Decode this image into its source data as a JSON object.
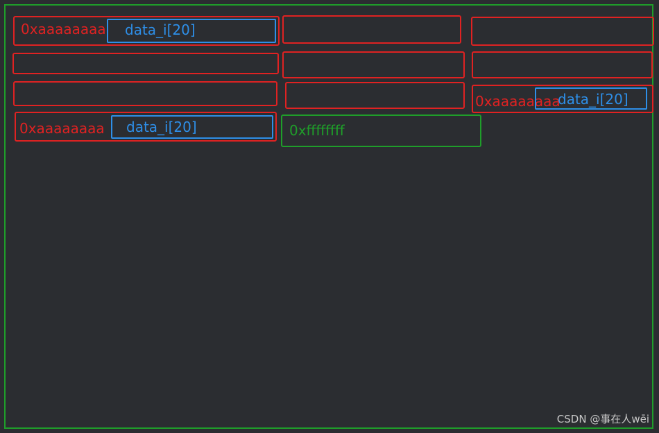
{
  "colors": {
    "background": "#2b2d31",
    "used_block": "#e02222",
    "data_field": "#2e8fe8",
    "free_block": "#1f9e2a",
    "watermark": "#c8c8c8"
  },
  "blocks": [
    {
      "id": "b1",
      "state": "allocated",
      "magic": "0xaaaaaaaa",
      "field": "data_i[20]"
    },
    {
      "id": "b2",
      "state": "empty"
    },
    {
      "id": "b3",
      "state": "empty"
    },
    {
      "id": "b4",
      "state": "empty"
    },
    {
      "id": "b5",
      "state": "empty"
    },
    {
      "id": "b6",
      "state": "empty"
    },
    {
      "id": "b7",
      "state": "empty"
    },
    {
      "id": "b8",
      "state": "empty"
    },
    {
      "id": "b9",
      "state": "allocated",
      "magic": "0xaaaaaaaa",
      "field": "data_i[20]"
    },
    {
      "id": "b10",
      "state": "allocated",
      "magic": "0xaaaaaaaa",
      "field": "data_i[20]"
    },
    {
      "id": "b11",
      "state": "free",
      "magic": "0xffffffff"
    }
  ],
  "watermark": "CSDN @事在人wēi"
}
